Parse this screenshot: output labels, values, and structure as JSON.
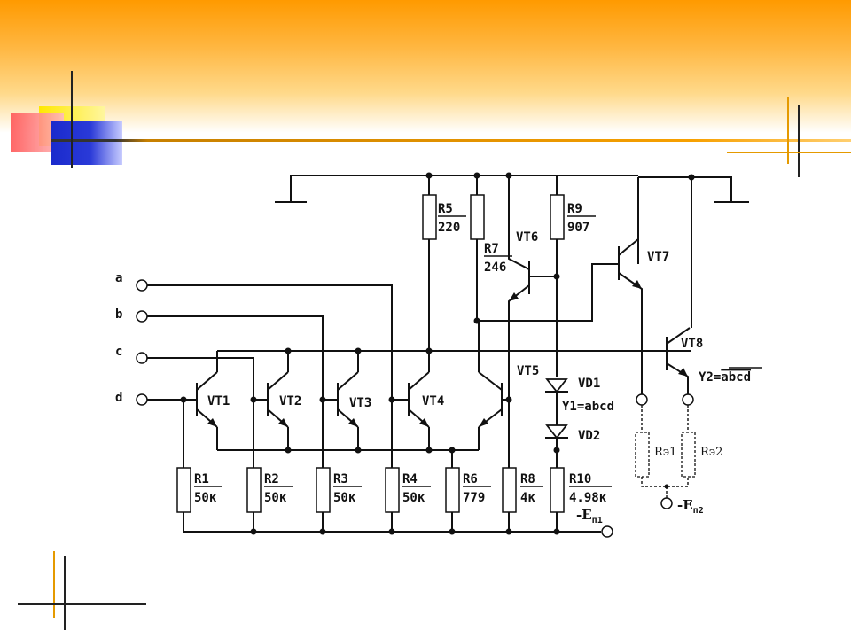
{
  "theme": {
    "header_color": "#ff9a00",
    "accent_orange": "#f7a000",
    "accent_red": "#ee3333",
    "accent_blue": "#2233cc",
    "accent_yellow": "#ffdd00",
    "line_color": "#111111"
  },
  "inputs": [
    {
      "id": "a",
      "label": "a"
    },
    {
      "id": "b",
      "label": "b"
    },
    {
      "id": "c",
      "label": "c"
    },
    {
      "id": "d",
      "label": "d"
    }
  ],
  "transistors": [
    "VT1",
    "VT2",
    "VT3",
    "VT4",
    "VT5",
    "VT6",
    "VT7",
    "VT8"
  ],
  "resistors": [
    {
      "name": "R1",
      "value": "50к"
    },
    {
      "name": "R2",
      "value": "50к"
    },
    {
      "name": "R3",
      "value": "50к"
    },
    {
      "name": "R4",
      "value": "50к"
    },
    {
      "name": "R5",
      "value": "220"
    },
    {
      "name": "R6",
      "value": "779"
    },
    {
      "name": "R7",
      "value": "246"
    },
    {
      "name": "R8",
      "value": "4к"
    },
    {
      "name": "R9",
      "value": "907"
    },
    {
      "name": "R10",
      "value": "4.98к"
    }
  ],
  "diodes": [
    "VD1",
    "VD2"
  ],
  "outputs": {
    "y1": "Y1=abcd",
    "y2_prefix": "Y2=",
    "y2_overline": "abcd"
  },
  "external_loads": {
    "re1": "Rэ1",
    "re2": "Rэ2"
  },
  "supplies": {
    "ep1_prefix": "-E",
    "ep1_sub": "п1",
    "ep2_prefix": "-E",
    "ep2_sub": "п2"
  }
}
